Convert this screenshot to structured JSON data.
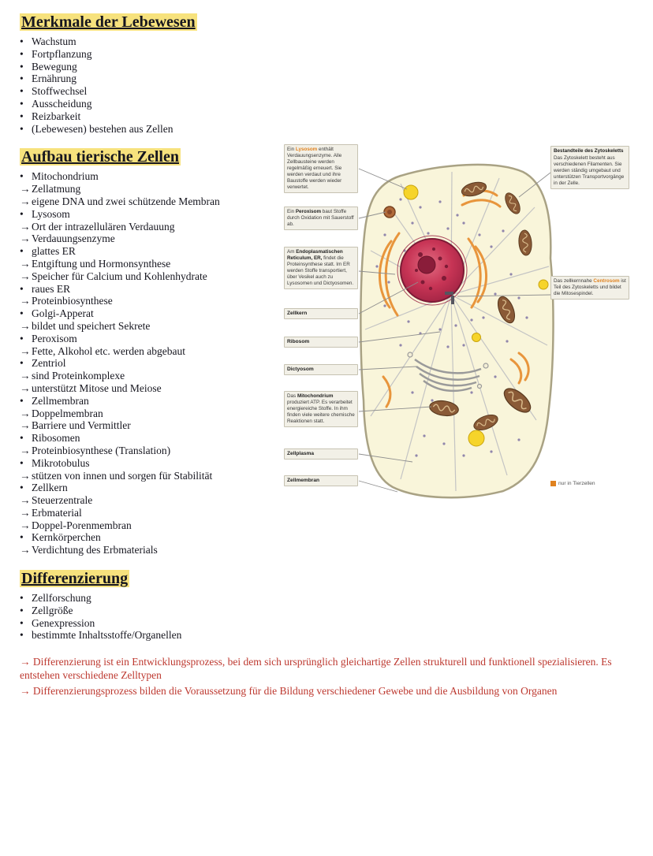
{
  "sections": [
    {
      "title": "Merkmale der Lebewesen",
      "items": [
        {
          "marker": "•",
          "text": "Wachstum"
        },
        {
          "marker": "•",
          "text": "Fortpflanzung"
        },
        {
          "marker": "•",
          "text": "Bewegung"
        },
        {
          "marker": "•",
          "text": "Ernährung"
        },
        {
          "marker": "•",
          "text": "Stoffwechsel"
        },
        {
          "marker": "•",
          "text": "Ausscheidung"
        },
        {
          "marker": "•",
          "text": "Reizbarkeit"
        },
        {
          "marker": "•",
          "text": "(Lebewesen) bestehen aus Zellen"
        }
      ]
    },
    {
      "title": "Aufbau tierische Zellen",
      "items": [
        {
          "marker": "•",
          "text": "Mitochondrium"
        },
        {
          "marker": "→",
          "text": "Zellatmung"
        },
        {
          "marker": "→",
          "text": "eigene DNA und zwei schützende Membran"
        },
        {
          "marker": "•",
          "text": "Lysosom"
        },
        {
          "marker": "→",
          "text": "Ort der intrazellulären Verdauung"
        },
        {
          "marker": "→",
          "text": "Verdauungsenzyme"
        },
        {
          "marker": "•",
          "text": "glattes ER"
        },
        {
          "marker": "→",
          "text": "Entgiftung und Hormonsynthese"
        },
        {
          "marker": "→",
          "text": "Speicher für Calcium und Kohlenhydrate"
        },
        {
          "marker": "•",
          "text": "raues ER"
        },
        {
          "marker": "→",
          "text": "Proteinbiosynthese"
        },
        {
          "marker": "•",
          "text": "Golgi-Apperat"
        },
        {
          "marker": "→",
          "text": "bildet und speichert Sekrete"
        },
        {
          "marker": "•",
          "text": "Peroxisom"
        },
        {
          "marker": "→",
          "text": "Fette, Alkohol etc. werden abgebaut"
        },
        {
          "marker": "•",
          "text": "Zentriol"
        },
        {
          "marker": "→",
          "text": "sind Proteinkomplexe"
        },
        {
          "marker": "→",
          "text": "unterstützt Mitose und Meiose"
        },
        {
          "marker": "•",
          "text": "Zellmembran"
        },
        {
          "marker": "→",
          "text": "Doppelmembran"
        },
        {
          "marker": "→",
          "text": "Barriere und Vermittler"
        },
        {
          "marker": "•",
          "text": "Ribosomen"
        },
        {
          "marker": "→",
          "text": "Proteinbiosynthese (Translation)"
        },
        {
          "marker": "•",
          "text": "Mikrotobulus"
        },
        {
          "marker": "→",
          "text": "stützen von innen und sorgen für Stabilität"
        },
        {
          "marker": "•",
          "text": "Zellkern"
        },
        {
          "marker": "→",
          "text": "Steuerzentrale"
        },
        {
          "marker": "→",
          "text": "Erbmaterial"
        },
        {
          "marker": "→",
          "text": "Doppel-Porenmembran"
        },
        {
          "marker": "•",
          "text": "Kernkörperchen"
        },
        {
          "marker": "→",
          "text": "Verdichtung des Erbmaterials"
        }
      ]
    },
    {
      "title": "Differenzierung",
      "items": [
        {
          "marker": "•",
          "text": "Zellforschung"
        },
        {
          "marker": "•",
          "text": "Zellgröße"
        },
        {
          "marker": "•",
          "text": "Genexpression"
        },
        {
          "marker": "•",
          "text": "bestimmte Inhaltsstoffe/Organellen"
        }
      ]
    }
  ],
  "notes": [
    {
      "text": "→ Differenzierung ist ein Entwicklungsprozess, bei dem sich ursprünglich gleichartige Zellen strukturell und funktionell spezialisieren. Es entstehen verschiedene Zelltypen"
    },
    {
      "text": "→ Differenzierungsprozess bilden die Voraussetzung für die Bildung verschiedener Gewebe und die Ausbildung von Organen"
    }
  ],
  "diagram": {
    "labels": {
      "lysosom": {
        "prefix": "Ein ",
        "term": "Lysosom",
        "text": " enthält Verdauungsenzyme. Alle Zellbausteine werden regelmäßig erneuert. Sie werden verdaut und ihre Baustoffe werden wieder verwertet."
      },
      "peroxisom": {
        "prefix": "Ein ",
        "term": "Peroxisom",
        "text": " baut Stoffe durch Oxidation mit Sauerstoff ab."
      },
      "er": {
        "prefix": "Am ",
        "term": "Endoplasmatischen Reticulum, ER,",
        "text": " findet die Proteinsynthese statt. Im ER werden Stoffe transportiert, über Vesikel auch zu Lysosomen und Dictyosomen."
      },
      "zellkern": "Zellkern",
      "ribosom": "Ribosom",
      "dictyosom": "Dictyosom",
      "mitochondrium": {
        "prefix": "Das ",
        "term": "Mitochondrium",
        "text": " produziert ATP. Es verarbeitet energiereiche Stoffe. In ihm finden viele weitere chemische Reaktionen statt."
      },
      "zellplasma": "Zellplasma",
      "zellmembran": "Zellmembran",
      "zytoskelett": {
        "title": "Bestandteile des Zytoskeletts",
        "text": "Das Zytoskelett besteht aus verschiedenen Filamenten. Sie werden ständig umgebaut und unterstützen Transportvorgänge in der Zelle."
      },
      "centrosom": {
        "prefix": "Das zellkernnahe ",
        "term": "Centrosom",
        "text": " ist Teil des Zytoskeletts und bildet die Mitosespindel."
      },
      "legend": "nur in Tierzellen"
    },
    "colors": {
      "highlight": "#f7e27d",
      "term_orange": "#e0821f",
      "red_text": "#bd382f"
    }
  }
}
